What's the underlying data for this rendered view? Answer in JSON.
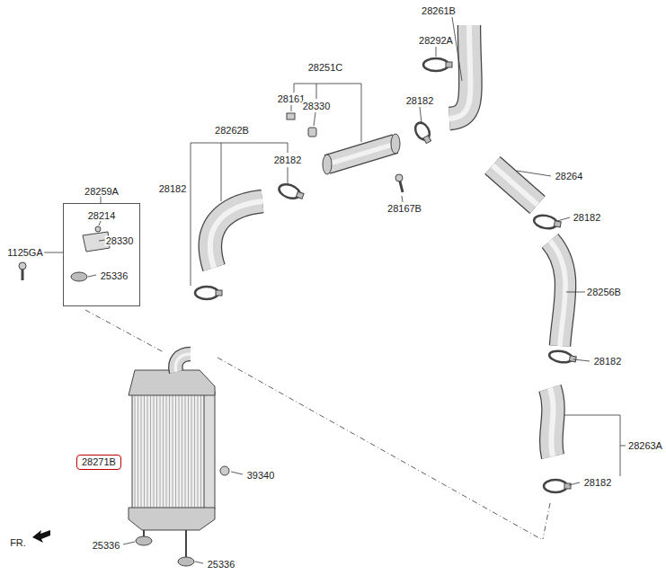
{
  "diagram": {
    "nodes": [
      {
        "text": [
          "28259A",
          "28214",
          "28330",
          "25336"
        ]
      },
      {
        "text": [
          "28271B"
        ]
      }
    ],
    "labels": [
      "28261B",
      "28292A",
      "28251C",
      "28161",
      "28330",
      "28182",
      "28262B",
      "28182",
      "28182",
      "28264",
      "28167B",
      "28182",
      "1125GA",
      "28256B",
      "28182",
      "28263A",
      "39340",
      "28182",
      "FR.",
      "25336",
      "25336"
    ]
  }
}
